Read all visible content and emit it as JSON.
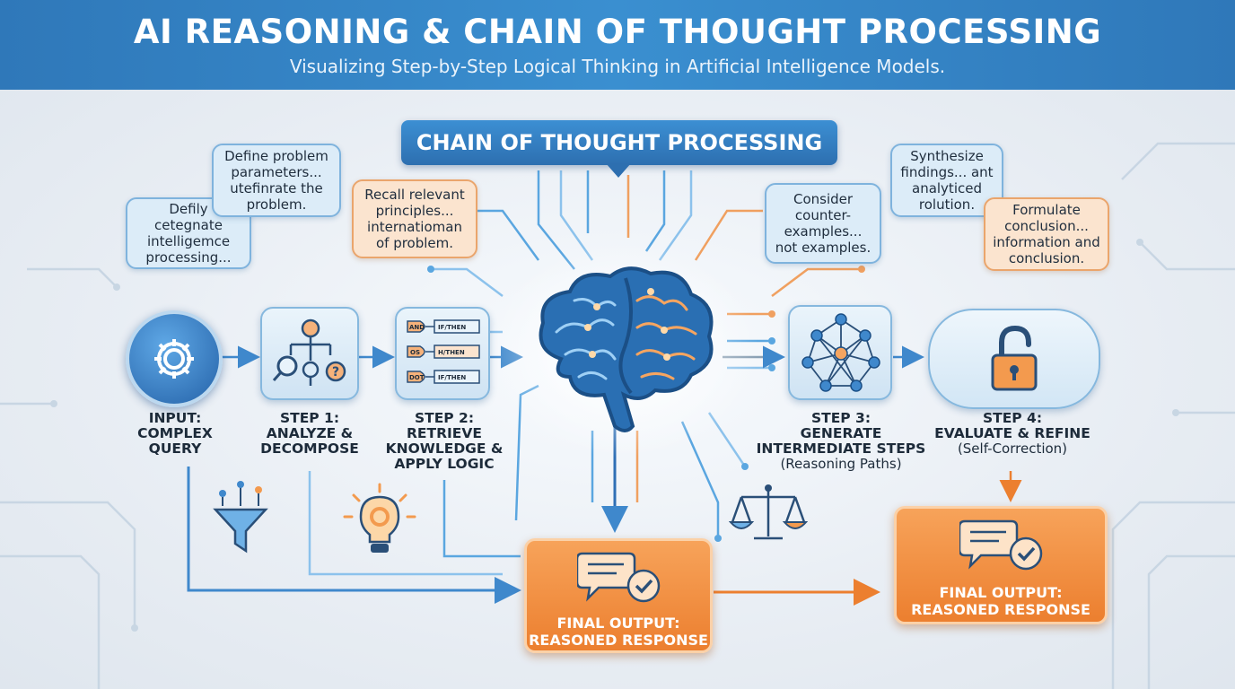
{
  "header": {
    "title": "AI REASONING & CHAIN OF THOUGHT PROCESSING",
    "subtitle": "Visualizing Step-by-Step Logical Thinking in Artificial Intelligence Models."
  },
  "chain_label": "CHAIN OF THOUGHT PROCESSING",
  "bubbles": {
    "b1": "Defily cetegnate intelligemce processing...",
    "b2": "Define problem parameters... utefinrate the problem.",
    "b3": "Recall relevant principles... internatioman of problem.",
    "b4": "Consider counter-examples... not examples.",
    "b5": "Synthesize findings... ant analyticed rolution.",
    "b6": "Formulate conclusion... information and conclusion."
  },
  "steps": {
    "input": {
      "line1": "INPUT:",
      "line2": "COMPLEX",
      "line3": "QUERY"
    },
    "step1": {
      "line1": "STEP 1:",
      "line2": "ANALYZE &",
      "line3": "DECOMPOSE"
    },
    "step2": {
      "line1": "STEP 2:",
      "line2": "RETRIEVE",
      "line3": "KNOWLEDGE &",
      "line4": "APPLY LOGIC"
    },
    "step3": {
      "line1": "STEP 3:",
      "line2": "GENERATE",
      "line3": "INTERMEDIATE STEPS",
      "sub": "(Reasoning Paths)"
    },
    "step4": {
      "line1": "STEP 4:",
      "line2": "EVALUATE & REFINE",
      "sub": "(Self-Correction)"
    }
  },
  "logic_gates": [
    {
      "gate": "AND",
      "label": "IF/THEN"
    },
    {
      "gate": "OS",
      "label": "H/THEN"
    },
    {
      "gate": "DOT",
      "label": "IF/THEN"
    }
  ],
  "outputs": {
    "center": {
      "line1": "FINAL OUTPUT:",
      "line2": "REASONED RESPONSE"
    },
    "right": {
      "line1": "FINAL OUTPUT:",
      "line2": "REASONED RESPONSE"
    }
  },
  "colors": {
    "blue": "#2f78b9",
    "orange": "#ec7f2f",
    "light_blue": "#dcecf8",
    "light_orange": "#fbe4cf"
  },
  "icons": [
    "gear-icon",
    "flowchart-icon",
    "magnifier-icon",
    "question-icon",
    "logic-gates-icon",
    "brain-icon",
    "network-graph-icon",
    "padlock-icon",
    "funnel-icon",
    "lightbulb-icon",
    "balance-scale-icon",
    "chat-check-icon"
  ]
}
